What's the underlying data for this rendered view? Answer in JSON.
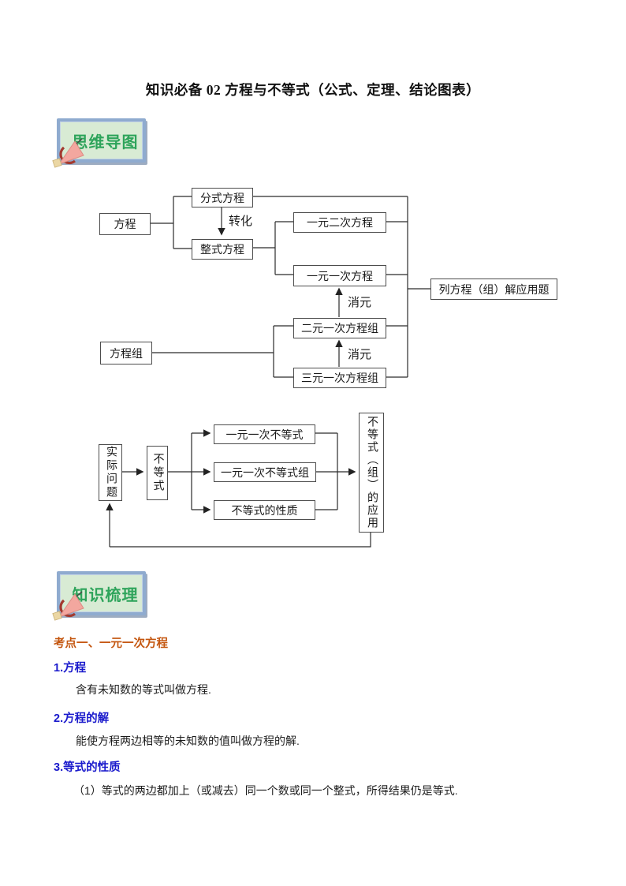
{
  "page": {
    "title": "知识必备 02 方程与不等式（公式、定理、结论图表）"
  },
  "banners": {
    "mindmap": "思维导图",
    "knowledge": "知识梳理"
  },
  "colors": {
    "banner_border": "#8fabcf",
    "banner_fill": "#d8ebd4",
    "banner_text": "#2ea45b",
    "kaodian_heading": "#c4560f",
    "numbered_heading": "#1a1acc",
    "flowchart_line": "#2b2b2b"
  },
  "flowchart_equations": {
    "nodes": {
      "fangcheng": "方程",
      "fenshi": "分式方程",
      "zhengshi": "整式方程",
      "yiyuan_erci": "一元二次方程",
      "yiyuan_yici": "一元一次方程",
      "eryuan": "二元一次方程组",
      "sanyuan": "三元一次方程组",
      "fangchengzu": "方程组",
      "lie_fangcheng": "列方程（组）解应用题"
    },
    "edge_labels": {
      "zhuanhua": "转化",
      "xiaoyuan1": "消元",
      "xiaoyuan2": "消元"
    }
  },
  "flowchart_inequalities": {
    "nodes": {
      "shiji_wenti": "实际问题",
      "budengshi": "不等式",
      "yiyuan_budengshi": "一元一次不等式",
      "yiyuan_budengshi_zu": "一元一次不等式组",
      "budengshi_xingzhi": "不等式的性质",
      "yingyong": "不等式（组）的应用"
    }
  },
  "knowledge_section": {
    "kaodian_heading": "考点一、一元一次方程",
    "items": [
      {
        "heading": "1.方程",
        "body": "含有未知数的等式叫做方程."
      },
      {
        "heading": "2.方程的解",
        "body": "能使方程两边相等的未知数的值叫做方程的解."
      },
      {
        "heading": "3.等式的性质",
        "body": "（1）等式的两边都加上（或减去）同一个数或同一个整式，所得结果仍是等式."
      }
    ]
  }
}
